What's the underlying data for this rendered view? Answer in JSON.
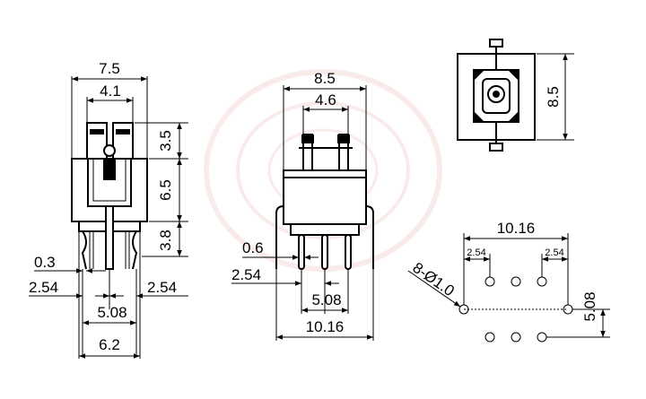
{
  "colors": {
    "line": "#000000",
    "background": "#ffffff",
    "watermark": "#f3d0d0"
  },
  "side_view": {
    "width_total": "7.5",
    "width_top": "4.1",
    "height_actuator": "3.5",
    "height_body": "6.5",
    "height_pins": "3.8",
    "pin_thickness": "0.3",
    "pitch_left": "2.54",
    "pitch_right": "2.54",
    "pitch_center": "5.08",
    "width_bottom": "6.2"
  },
  "front_view": {
    "width_total": "8.5",
    "width_top": "4.6",
    "pin_width": "0.6",
    "pitch": "2.54",
    "pitch_center": "5.08",
    "width_bottom": "10.16"
  },
  "top_view": {
    "height": "8.5"
  },
  "footprint": {
    "width_total": "10.16",
    "pitch_left": "2.54",
    "pitch_right": "2.54",
    "hole_spec": "8-Ø1.0",
    "height": "5.08"
  }
}
